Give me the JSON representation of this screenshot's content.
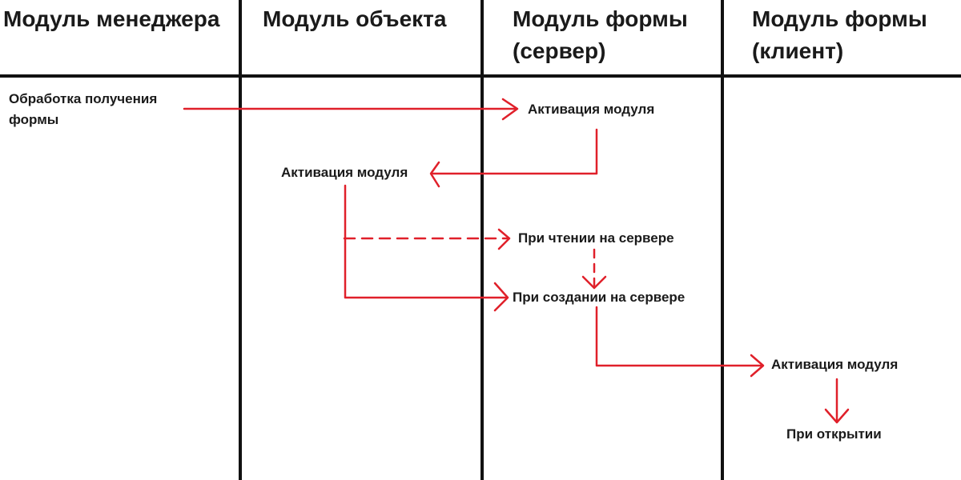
{
  "columns": [
    {
      "title_line1": "Модуль менеджера",
      "title_line2": ""
    },
    {
      "title_line1": "Модуль объекта",
      "title_line2": ""
    },
    {
      "title_line1": "Модуль формы",
      "title_line2": "(сервер)"
    },
    {
      "title_line1": "Модуль формы",
      "title_line2": "(клиент)"
    }
  ],
  "nodes": {
    "get_form_processing_line1": "Обработка получения",
    "get_form_processing_line2": "формы",
    "module_activation_form_server": "Активация модуля",
    "module_activation_object": "Активация модуля",
    "on_read_at_server": "При чтении на сервере",
    "on_create_at_server": "При создании на сервере",
    "module_activation_form_client": "Активация модуля",
    "on_open": "При открытии"
  },
  "colors": {
    "arrow": "#e0202a",
    "grid": "#111111",
    "text": "#1a1a1a",
    "background": "#ffffff"
  }
}
